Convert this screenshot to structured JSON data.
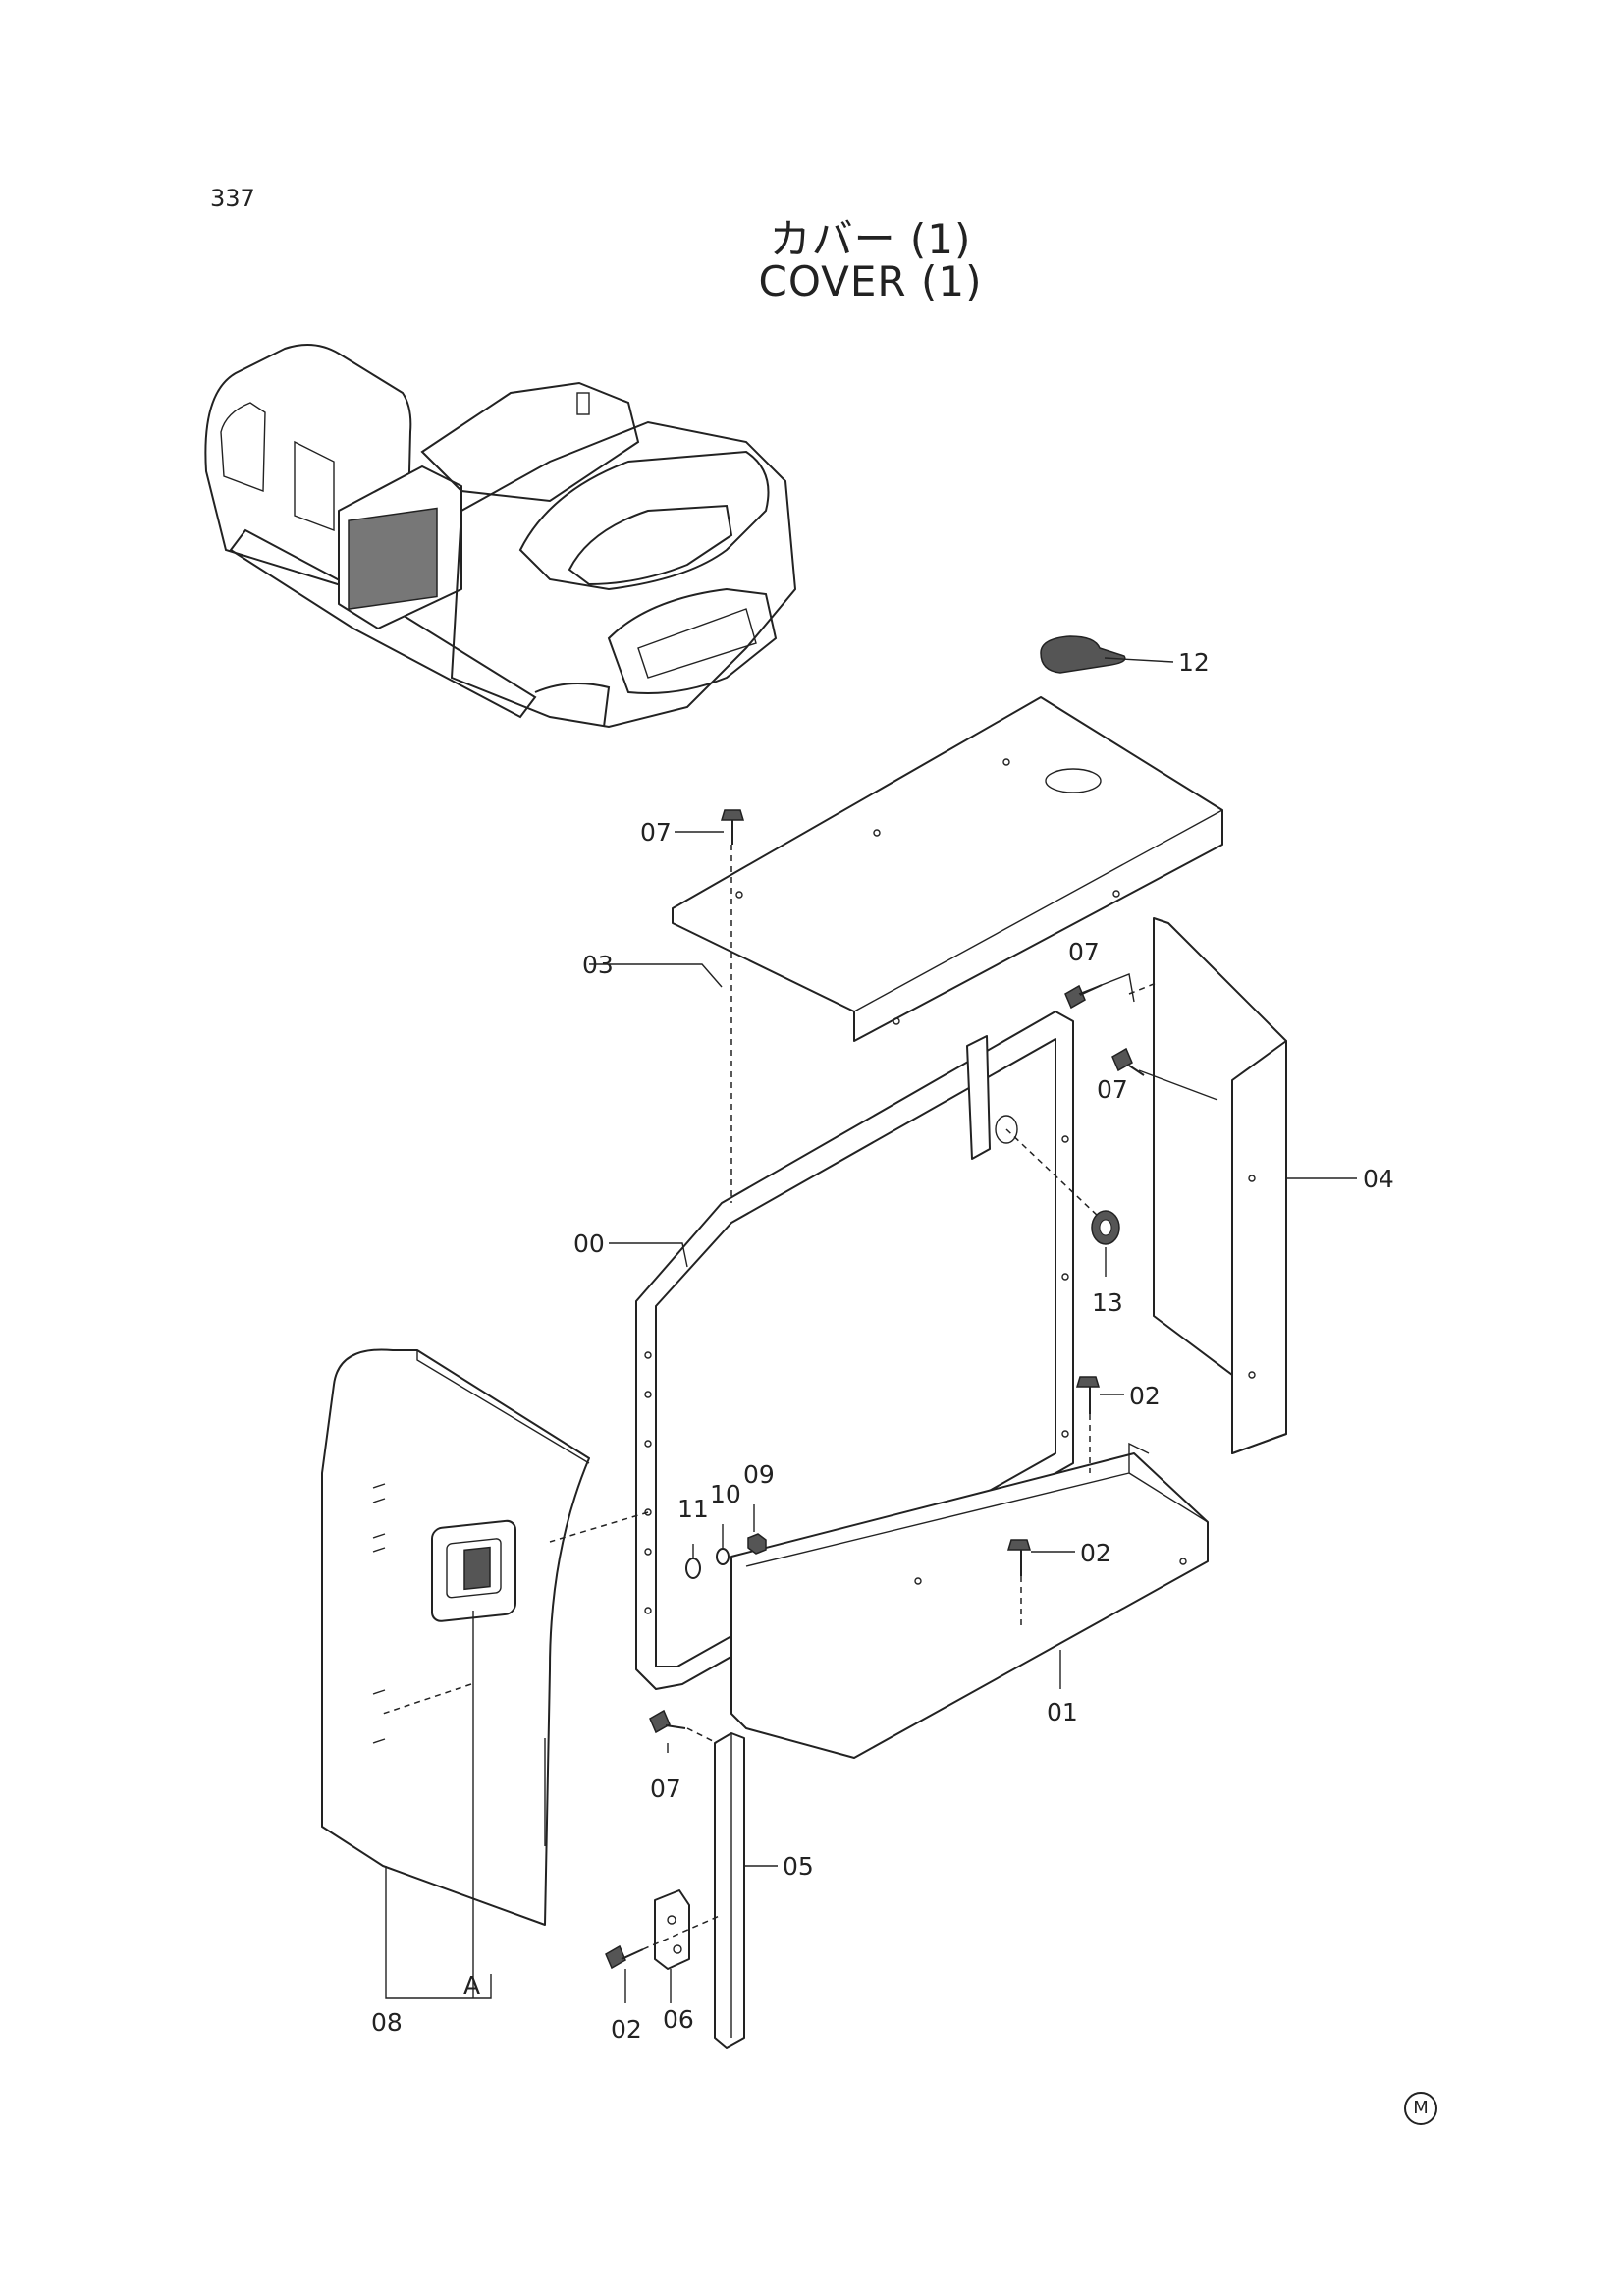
{
  "page_number": "337",
  "title_jp": "カバー (1)",
  "title_en": "COVER (1)",
  "callouts": {
    "c00": "00",
    "c01": "01",
    "c02a": "02",
    "c02b": "02",
    "c02c": "02",
    "c03": "03",
    "c04": "04",
    "c05": "05",
    "c06": "06",
    "c07a": "07",
    "c07b": "07",
    "c07c": "07",
    "c07d": "07",
    "c08": "08",
    "c09": "09",
    "c10": "10",
    "c11": "11",
    "c12": "12",
    "c13": "13",
    "detail_a": "A"
  },
  "mark": "M"
}
